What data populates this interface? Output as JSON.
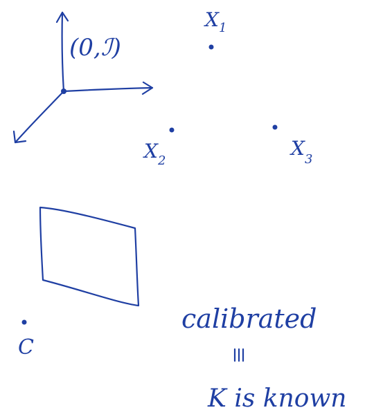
{
  "ink_color": "#1f3fa3",
  "origin_label": "(0,ℐ)",
  "points": [
    {
      "label": "X",
      "subscript": "1"
    },
    {
      "label": "X",
      "subscript": "2"
    },
    {
      "label": "X",
      "subscript": "3"
    }
  ],
  "camera_center": {
    "label": "C"
  },
  "notes": {
    "line1": "calibrated",
    "line2": "⇕",
    "line3": "K is known"
  }
}
